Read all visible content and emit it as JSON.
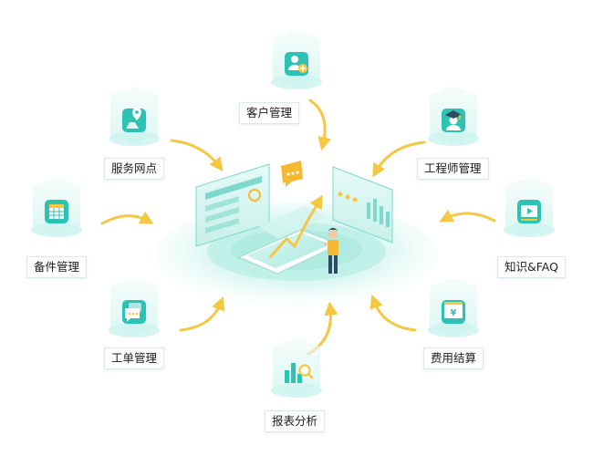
{
  "nodes": [
    {
      "key": "customer",
      "label": "客户管理",
      "icon": "customer-add-icon"
    },
    {
      "key": "service",
      "label": "服务网点",
      "icon": "service-point-icon"
    },
    {
      "key": "engineer",
      "label": "工程师管理",
      "icon": "engineer-icon"
    },
    {
      "key": "parts",
      "label": "备件管理",
      "icon": "parts-grid-icon"
    },
    {
      "key": "knowledge",
      "label": "知识&FAQ",
      "icon": "video-play-icon"
    },
    {
      "key": "workorder",
      "label": "工单管理",
      "icon": "chat-ticket-icon"
    },
    {
      "key": "expense",
      "label": "费用结算",
      "icon": "yen-card-icon"
    },
    {
      "key": "report",
      "label": "报表分析",
      "icon": "chart-search-icon"
    }
  ],
  "colors": {
    "teal": "#2dc3b4",
    "teal_light": "#c9f3ee",
    "arrow": "#f5c842",
    "navy": "#2f4b63",
    "bubble": "#f5b82e"
  }
}
